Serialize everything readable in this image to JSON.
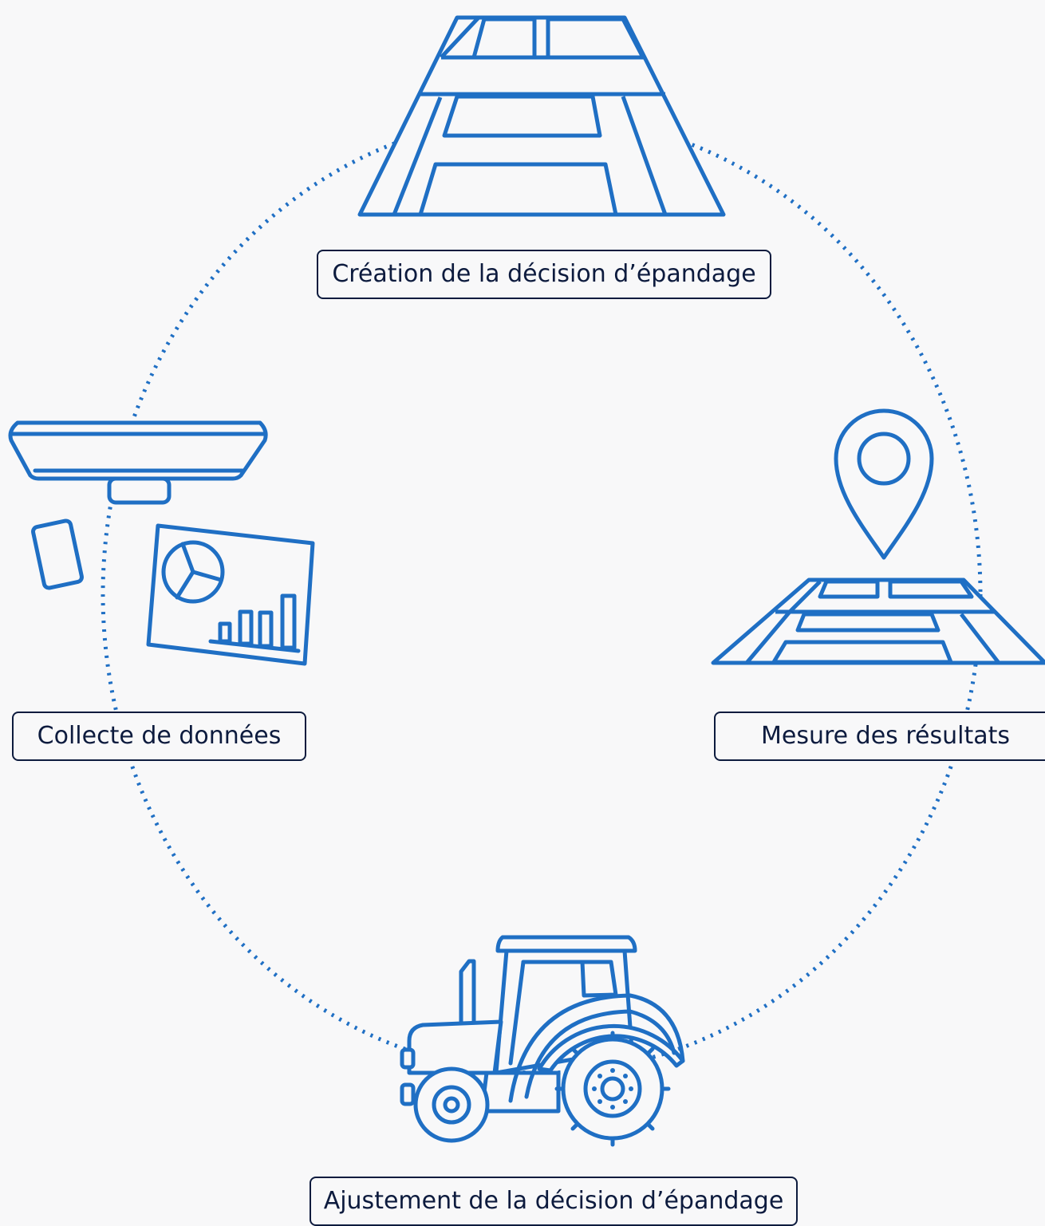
{
  "colors": {
    "accent": "#1f6fc4",
    "label_border": "#0d1b3e",
    "label_text": "#0d1b3e",
    "background": "#f8f8f9"
  },
  "cycle": {
    "steps": [
      {
        "label": "Création de la décision d’épandage",
        "icon": "field-plot-icon"
      },
      {
        "label": "Mesure des résultats",
        "icon": "map-pin-field-icon"
      },
      {
        "label": "Ajustement de la décision d’épandage",
        "icon": "tractor-icon"
      },
      {
        "label": "Collecte de données",
        "icon": "devices-analytics-icon"
      }
    ]
  }
}
